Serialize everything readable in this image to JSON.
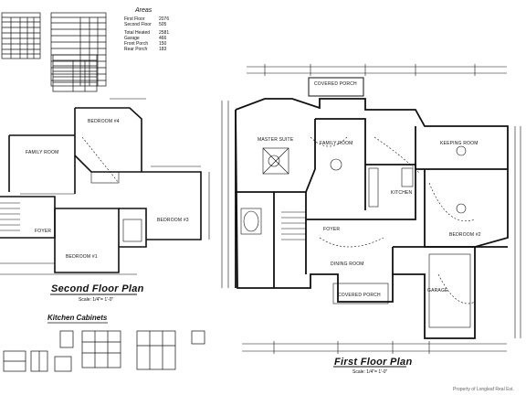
{
  "areas": {
    "title": "Areas",
    "rows": [
      {
        "label": "First Floor",
        "value": "2076"
      },
      {
        "label": "Second Floor",
        "value": "505"
      },
      {
        "label": "Total Heated",
        "value": "2581"
      },
      {
        "label": "Garage",
        "value": "466"
      },
      {
        "label": "Front Porch",
        "value": "150"
      },
      {
        "label": "Rear Porch",
        "value": "183"
      }
    ]
  },
  "first_floor": {
    "title": "First Floor Plan",
    "scale": "Scale: 1/4\"= 1'-0\"",
    "rooms": {
      "covered_porch_top": "COVERED PORCH",
      "master_suite": "MASTER SUITE",
      "family_room": "FAMILY ROOM",
      "keeping_room": "KEEPING ROOM",
      "kitchen": "KITCHEN",
      "foyer": "FOYER",
      "dining_room": "DINING ROOM",
      "bedroom_2": "BEDROOM #2",
      "garage": "GARAGE",
      "covered_porch_bottom": "COVERED PORCH"
    }
  },
  "second_floor": {
    "title": "Second Floor Plan",
    "scale": "Scale: 1/4\"= 1'-0\"",
    "rooms": {
      "bedroom_4": "BEDROOM #4",
      "family_room": "FAMILY ROOM",
      "bedroom_3": "BEDROOM #3",
      "foyer": "FOYER",
      "bedroom_1": "BEDROOM #1"
    }
  },
  "kitchen_cabinets": {
    "title": "Kitchen Cabinets"
  },
  "copyright": "Property of Longleaf Real Est."
}
